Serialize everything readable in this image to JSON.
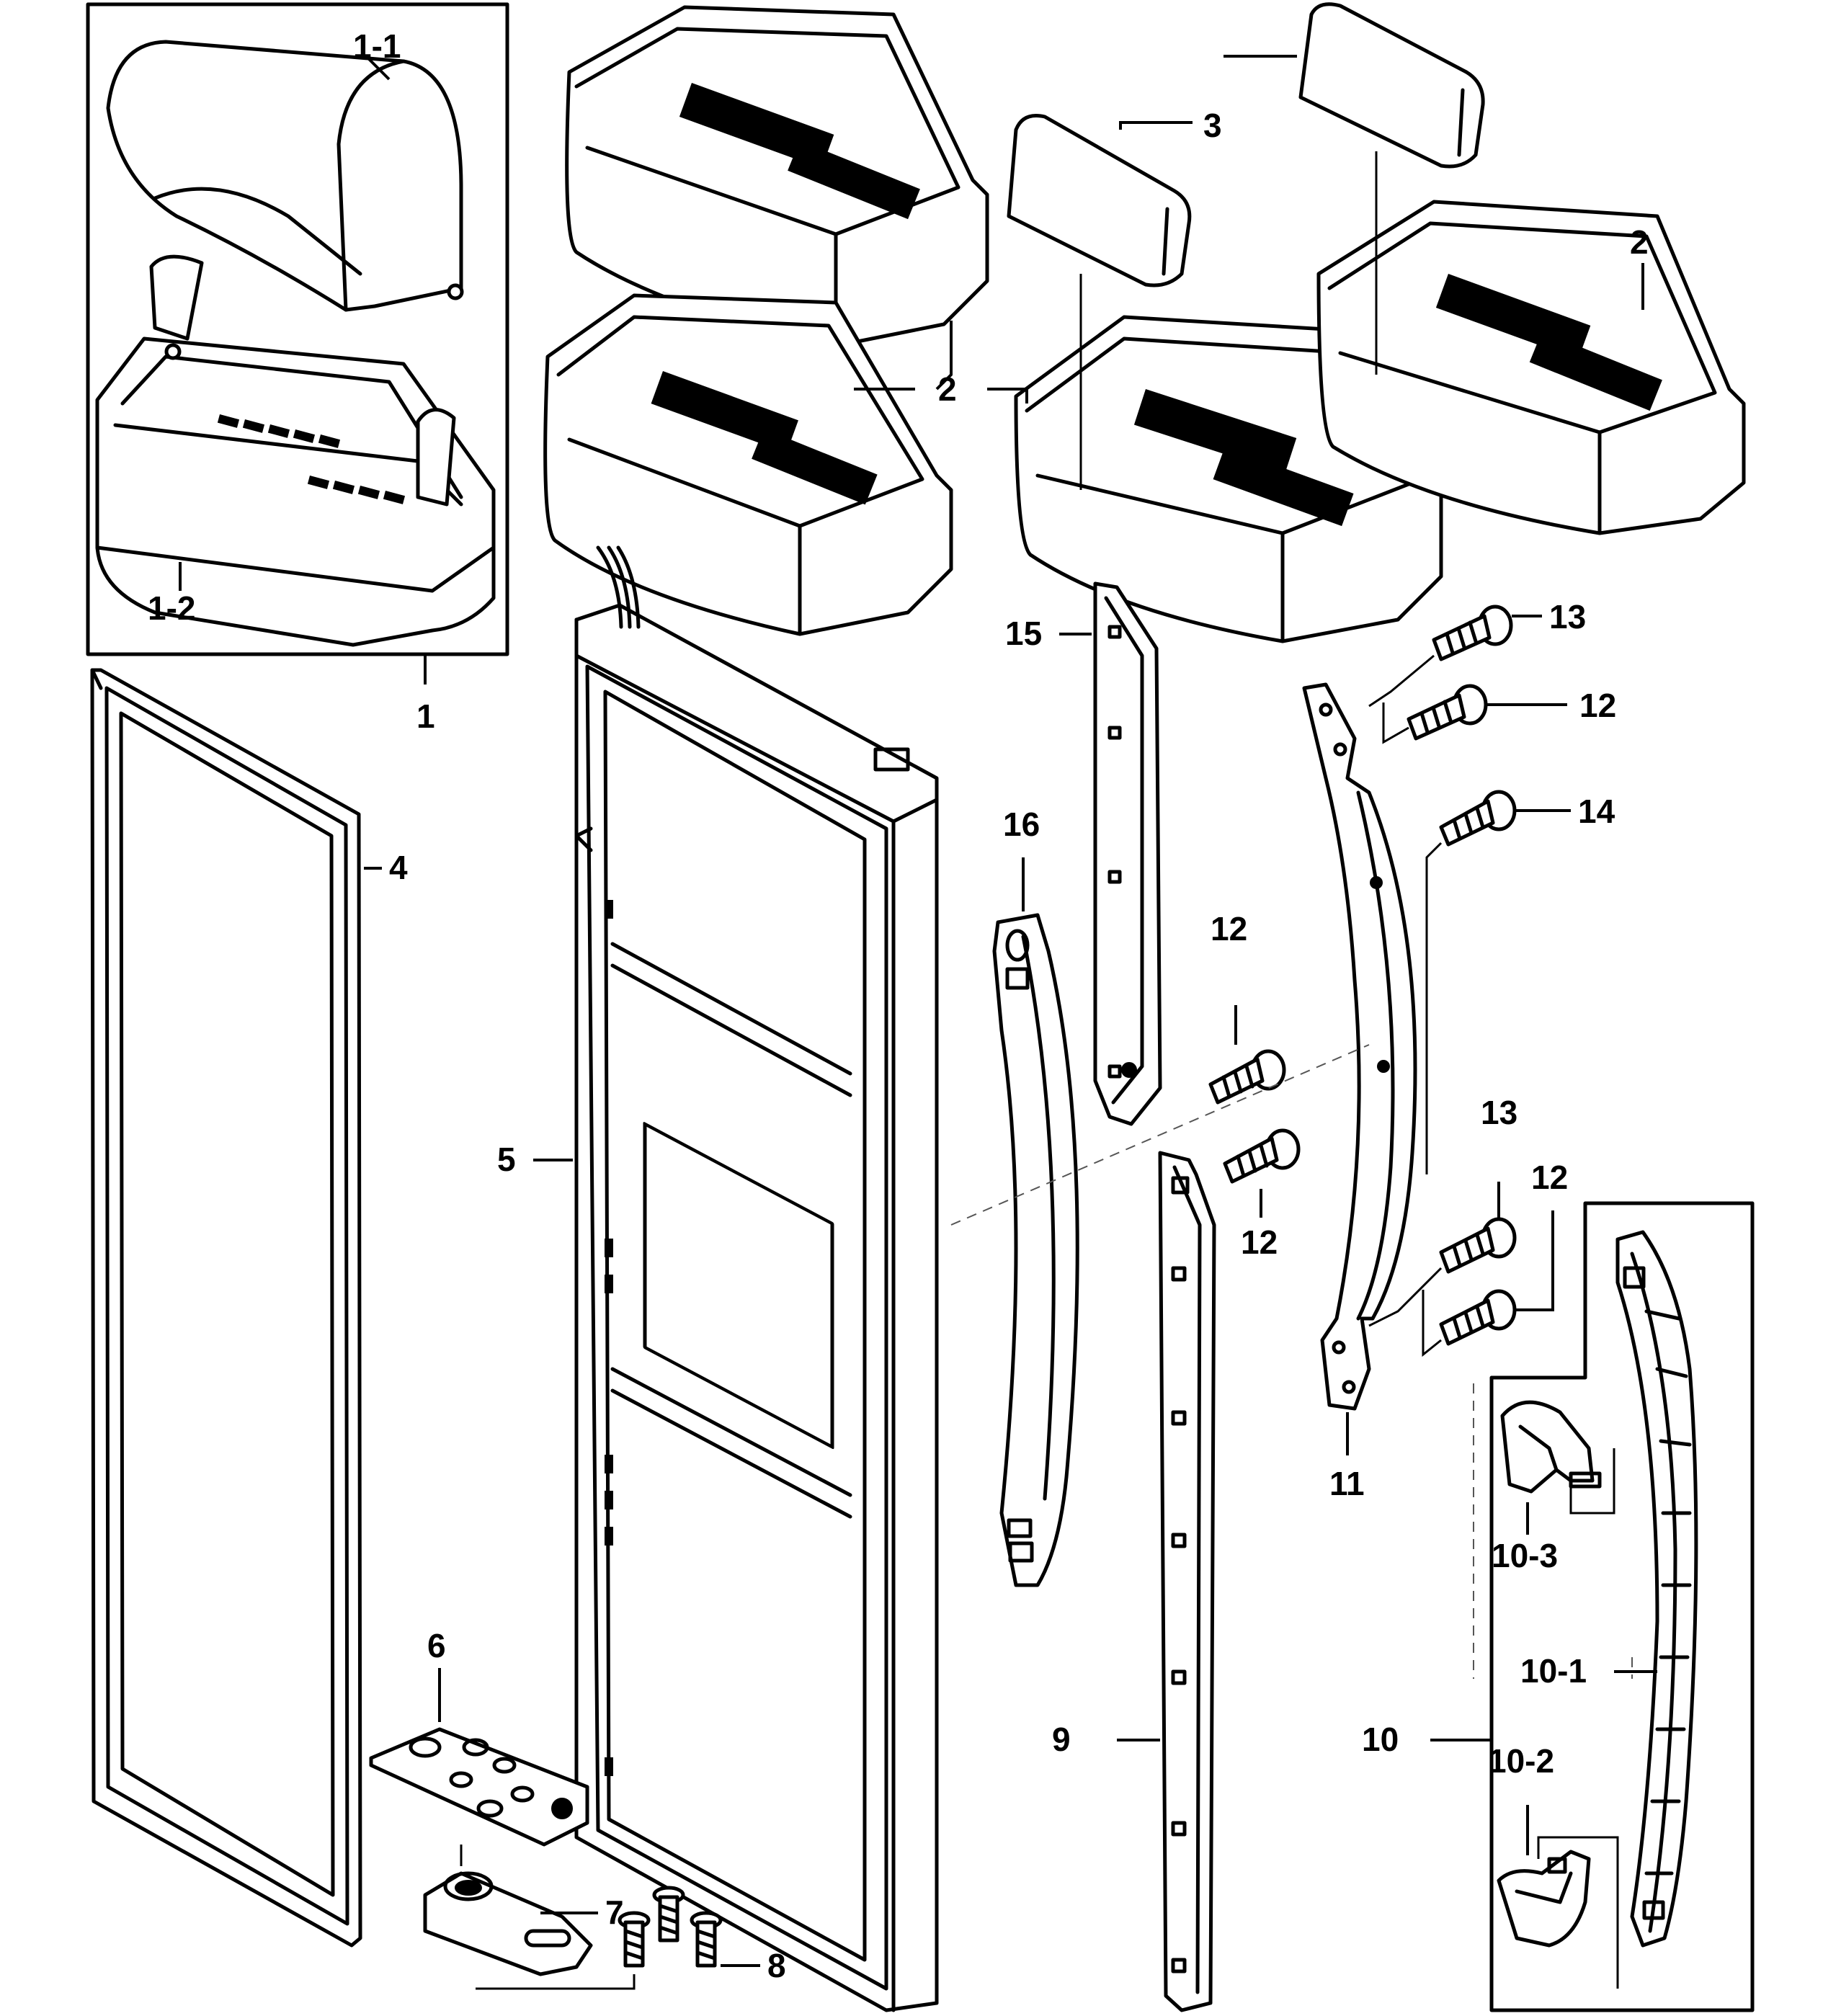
{
  "diagram": {
    "labels": {
      "p1": "1",
      "p1_1": "1-1",
      "p1_2": "1-2",
      "p2a": "2",
      "p2b": "2",
      "p3": "3",
      "p4": "4",
      "p5": "5",
      "p6": "6",
      "p7": "7",
      "p8": "8",
      "p9": "9",
      "p10": "10",
      "p10_1": "10-1",
      "p10_2": "10-2",
      "p10_3": "10-3",
      "p11": "11",
      "p12a": "12",
      "p12b": "12",
      "p12c": "12",
      "p12d": "12",
      "p13a": "13",
      "p13b": "13",
      "p14": "14",
      "p15": "15",
      "p16": "16"
    }
  }
}
